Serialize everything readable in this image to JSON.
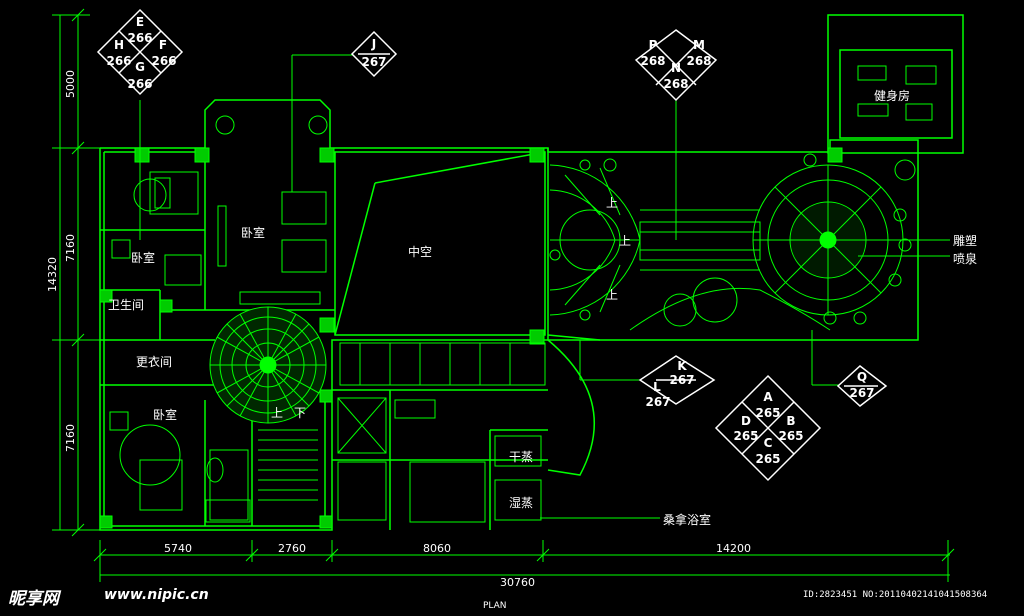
{
  "rooms": {
    "bedroom_center": "卧室",
    "bedroom_left_top": "卧室",
    "bathroom": "卫生间",
    "cloakroom": "更衣间",
    "bedroom_bottom": "卧室",
    "void": "中空",
    "gym": "健身房",
    "sculpture": "雕塑",
    "fountain": "喷泉",
    "dry_steam": "干蒸",
    "wet_steam": "湿蒸",
    "sauna_bath": "桑拿浴室"
  },
  "stairs": {
    "up1": "上",
    "up2": "上",
    "up3": "上",
    "up4": "上",
    "down": "下"
  },
  "dimensions": {
    "top_left_vertical": "5000",
    "total_vertical": "14320",
    "mid_vertical": "7160",
    "bottom_vertical": "7160",
    "seg1": "5740",
    "seg2": "2760",
    "seg3": "8060",
    "seg4": "14200",
    "total": "30760",
    "plan_caption": "PLAN"
  },
  "elevation_tags": {
    "EFGH": {
      "E": "E",
      "E_num": "266",
      "F": "F",
      "F_num": "266",
      "G": "G",
      "G_num": "266",
      "H": "H",
      "H_num": "266"
    },
    "J": {
      "letter": "J",
      "num": "267"
    },
    "MNP": {
      "P": "P",
      "P_num": "268",
      "M": "M",
      "M_num": "268",
      "N": "N",
      "N_num": "268"
    },
    "KL": {
      "K": "K",
      "K_num": "267",
      "L": "L",
      "L_num": "267"
    },
    "ABCD": {
      "A": "A",
      "A_num": "265",
      "B": "B",
      "B_num": "265",
      "C": "C",
      "C_num": "265",
      "D": "D",
      "D_num": "265"
    },
    "Q": {
      "letter": "Q",
      "num": "267"
    }
  },
  "watermark": {
    "logo": "昵享网",
    "url": "www.nipic.cn",
    "id_line": "ID:2823451 NO:20110402141041508364"
  },
  "colors": {
    "line": "#00ff00",
    "dark_line": "#00a000",
    "text": "#ffffff",
    "background": "#000000"
  }
}
